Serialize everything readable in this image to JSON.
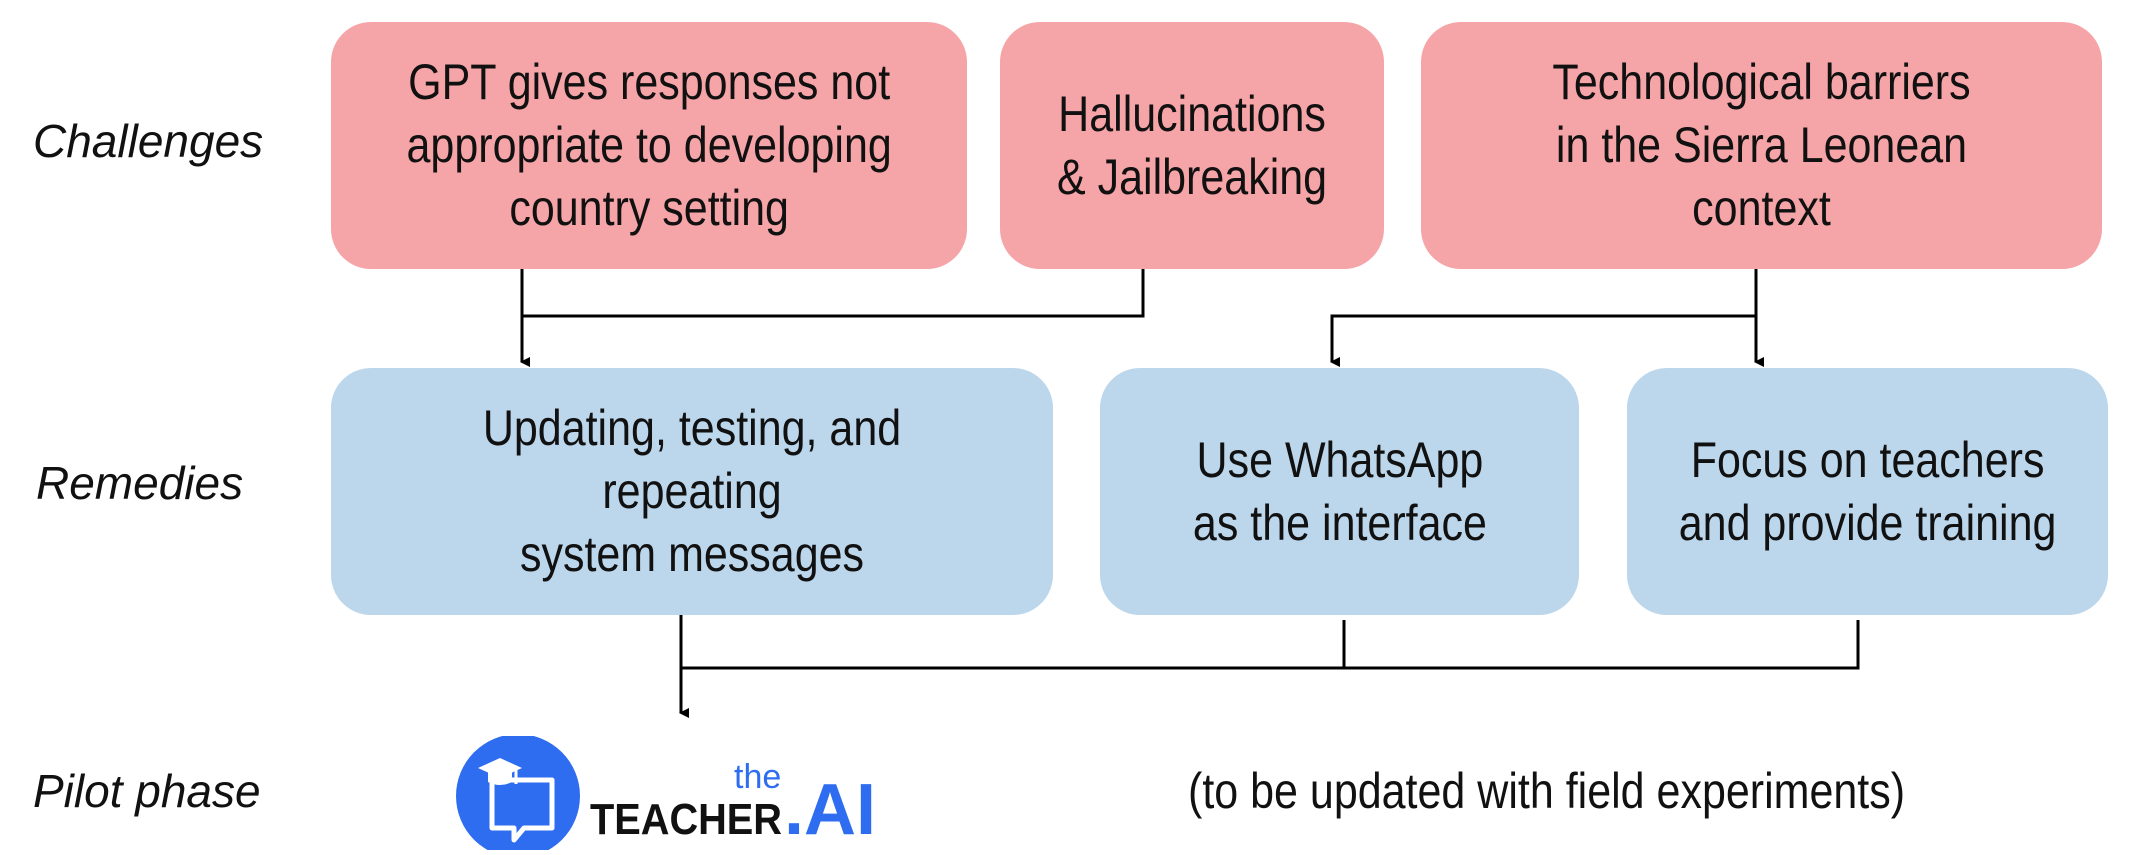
{
  "row_labels": {
    "challenges": "Challenges",
    "remedies": "Remedies",
    "pilot": "Pilot phase"
  },
  "challenges": [
    {
      "text": "GPT gives responses not\nappropriate to developing\ncountry setting"
    },
    {
      "text": "Hallucinations\n& Jailbreaking"
    },
    {
      "text": "Technological barriers\nin the Sierra Leonean context"
    }
  ],
  "remedies": [
    {
      "text": "Updating, testing, and repeating\nsystem messages"
    },
    {
      "text": "Use WhatsApp\nas the interface"
    },
    {
      "text": "Focus on teachers\nand provide training"
    }
  ],
  "pilot": {
    "logo": {
      "small_word": "the",
      "main_word": "TEACHER",
      "dot_word": ".AI",
      "icon": "graduation-chat-icon"
    },
    "note": "(to be updated with field experiments)"
  },
  "colors": {
    "challenge_fill": "#f5a4a7",
    "remedy_fill": "#bcd6ec",
    "logo_blue": "#2f6df0",
    "logo_dark": "#111111",
    "line": "#000000"
  }
}
